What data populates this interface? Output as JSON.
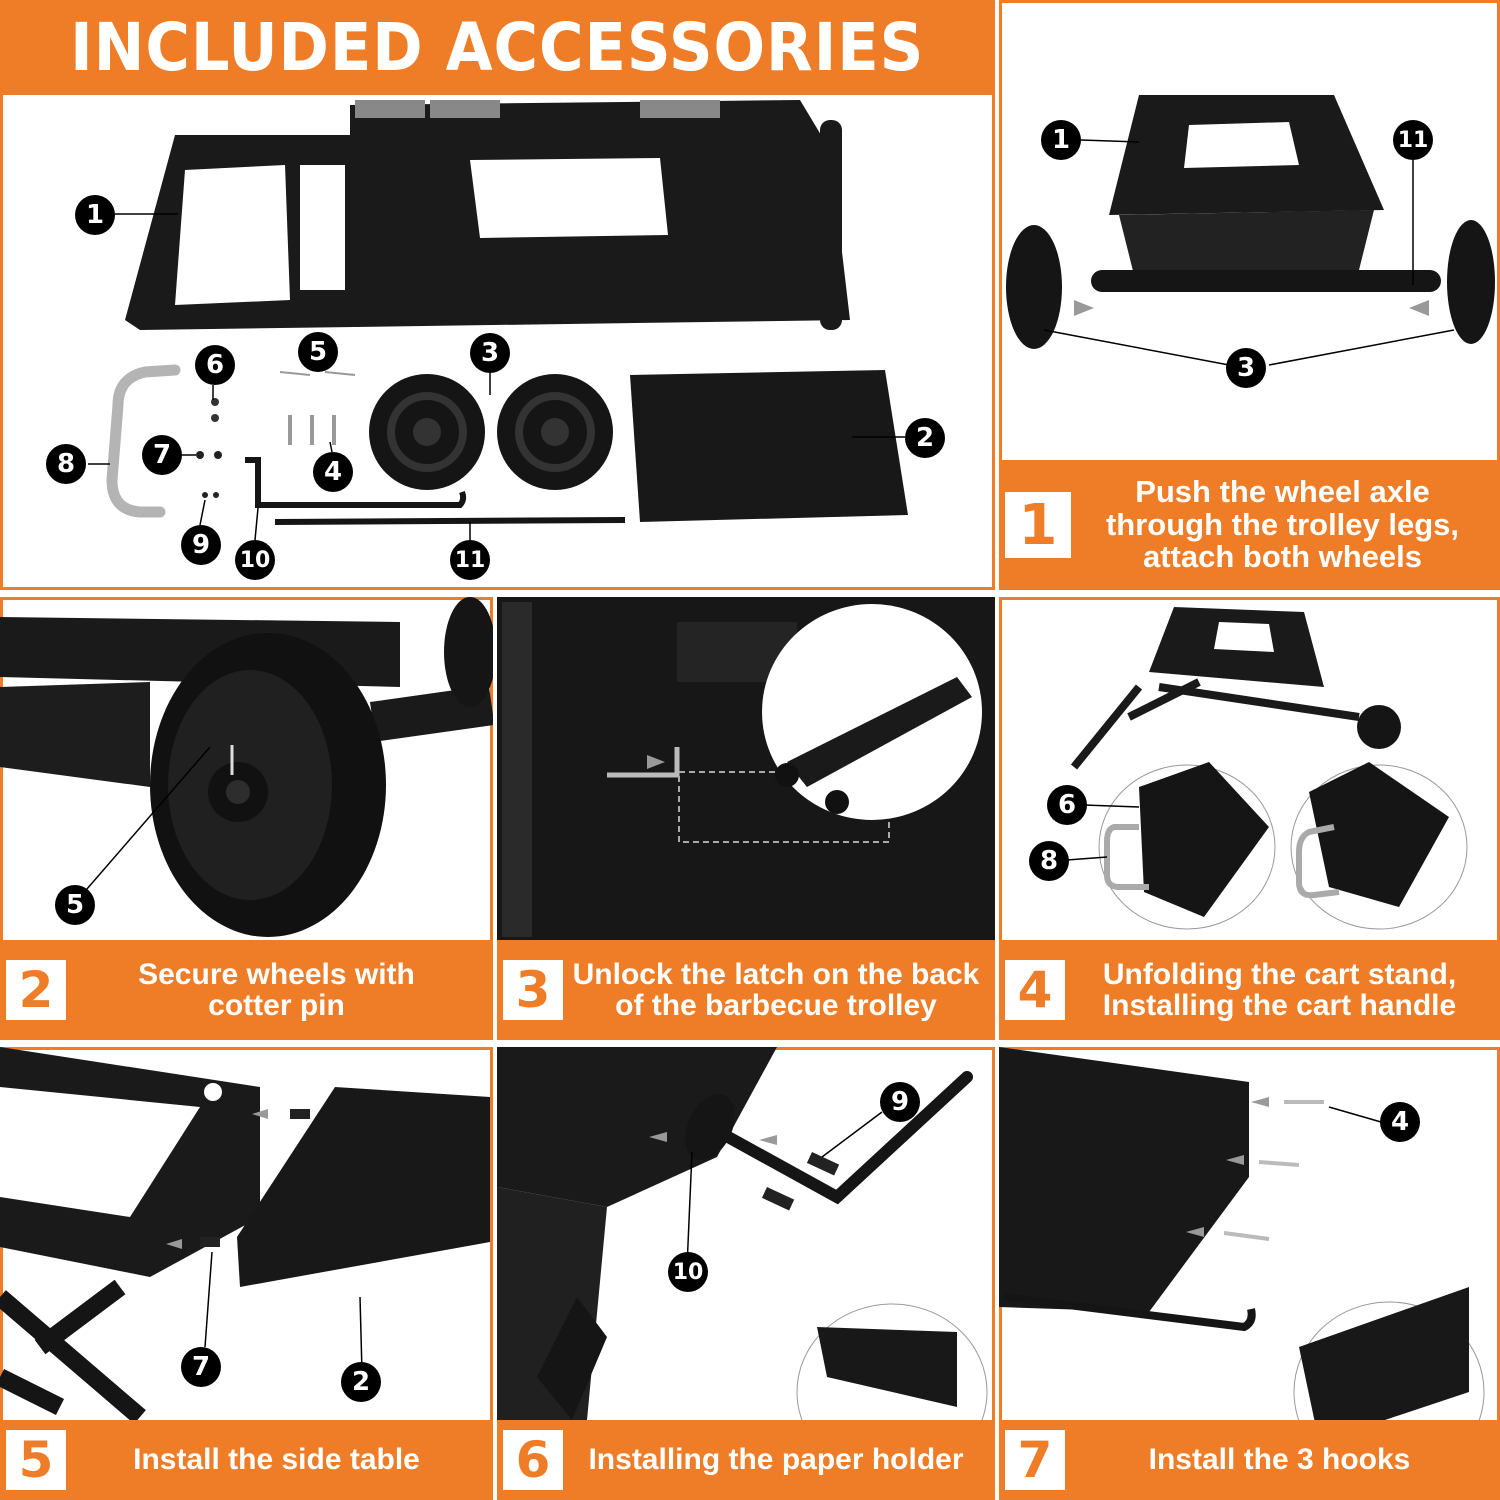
{
  "title": "INCLUDED ACCESSORIES",
  "colors": {
    "accent": "#ef7d28",
    "part": "#151515",
    "text_on_accent": "#ffffff"
  },
  "accessory_numbers": [
    "1",
    "2",
    "3",
    "4",
    "5",
    "6",
    "7",
    "8",
    "9",
    "10",
    "11"
  ],
  "steps": [
    {
      "number": "1",
      "text": "Push the wheel axle through the trolley legs, attach both wheels",
      "callouts": [
        "1",
        "11",
        "3"
      ]
    },
    {
      "number": "2",
      "text": "Secure wheels with cotter pin",
      "callouts": [
        "5"
      ]
    },
    {
      "number": "3",
      "text": "Unlock the latch on the back of the barbecue trolley",
      "callouts": []
    },
    {
      "number": "4",
      "text": "Unfolding the cart stand, Installing the cart handle",
      "callouts": [
        "6",
        "8"
      ]
    },
    {
      "number": "5",
      "text": "Install the side table",
      "callouts": [
        "7",
        "2"
      ]
    },
    {
      "number": "6",
      "text": "Installing the paper holder",
      "callouts": [
        "9",
        "10"
      ]
    },
    {
      "number": "7",
      "text": "Install the 3 hooks",
      "callouts": [
        "4"
      ]
    }
  ]
}
